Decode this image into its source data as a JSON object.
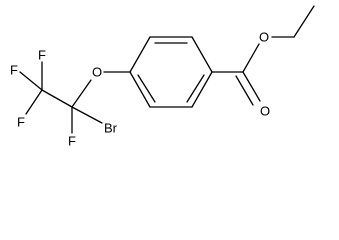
{
  "molecule": {
    "atoms": {
      "oxygen_ether": "O",
      "oxygen_carbonyl": "O",
      "oxygen_ester": "O",
      "bromine": "Br",
      "fluorine_1": "F",
      "fluorine_2": "F",
      "fluorine_3": "F",
      "fluorine_4": "F"
    }
  }
}
